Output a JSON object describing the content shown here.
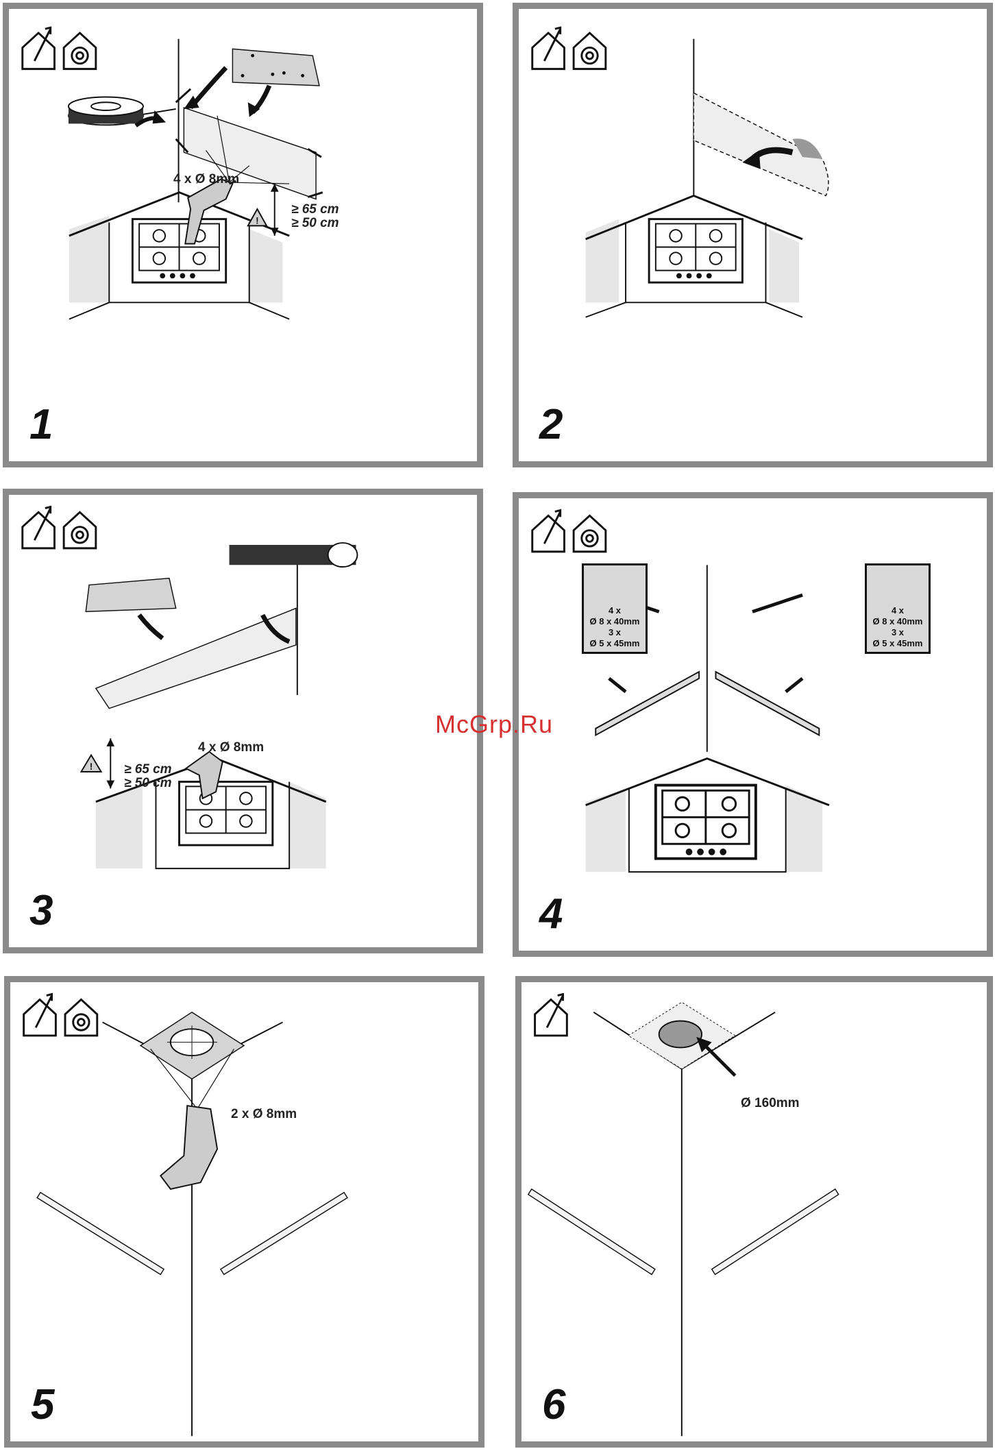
{
  "watermark": "McGrp.Ru",
  "panels": [
    {
      "step": "1",
      "drill_label": "4 x Ø 8mm",
      "dist_gas": "≥ 65 cm",
      "dist_el": "≥ 50 cm"
    },
    {
      "step": "2"
    },
    {
      "step": "3",
      "drill_label": "4 x Ø 8mm",
      "dist_gas": "≥ 65 cm",
      "dist_el": "≥ 50 cm"
    },
    {
      "step": "4",
      "spec": [
        "4 x",
        "Ø 8 x 40mm",
        "3 x",
        "Ø 5 x 45mm"
      ]
    },
    {
      "step": "5",
      "drill_label": "2 x Ø 8mm"
    },
    {
      "step": "6",
      "hole_label": "Ø 160mm"
    }
  ],
  "icons": [
    "house-exhaust-icon",
    "house-recirculation-icon"
  ],
  "colors": {
    "frame": "#8a8a8a",
    "shade": "#e6e6e6",
    "template": "#d4d4d4",
    "watermark": "#d63030"
  }
}
